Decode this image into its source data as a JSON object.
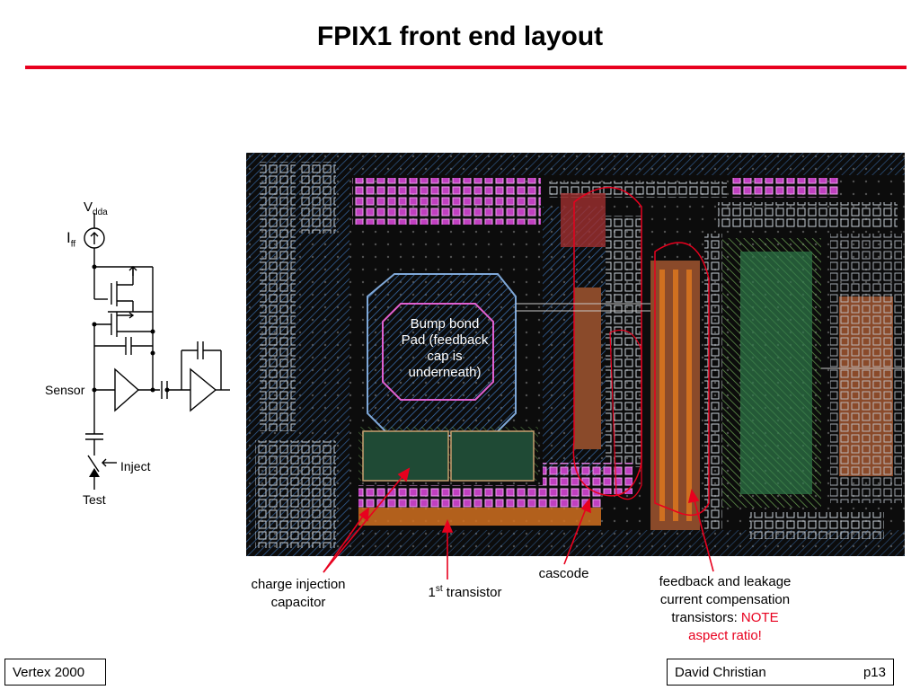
{
  "slide": {
    "title": "FPIX1 front end layout",
    "footer_left": "Vertex 2000",
    "footer_author": "David Christian",
    "footer_page": "p13"
  },
  "schematic": {
    "vdd_main": "V",
    "vdd_sub": "dda",
    "iff_main": "I",
    "iff_sub": "ff",
    "sensor": "Sensor",
    "inject": "Inject",
    "test": "Test"
  },
  "layout_overlay": {
    "pad_line1": "Bump bond",
    "pad_line2": "Pad (feedback",
    "pad_line3": "cap is",
    "pad_line4": "underneath)"
  },
  "annotations": {
    "charge_line1": "charge injection",
    "charge_line2": "capacitor",
    "first_main": "1",
    "first_sup": "st",
    "first_rest": " transistor",
    "cascode": "cascode",
    "feedback_line1": "feedback and leakage",
    "feedback_line2": "current compensation",
    "feedback_line3a": "transistors: ",
    "feedback_line3b": "NOTE",
    "feedback_line4": "aspect ratio!"
  },
  "colors": {
    "accent_red": "#e8001e"
  }
}
